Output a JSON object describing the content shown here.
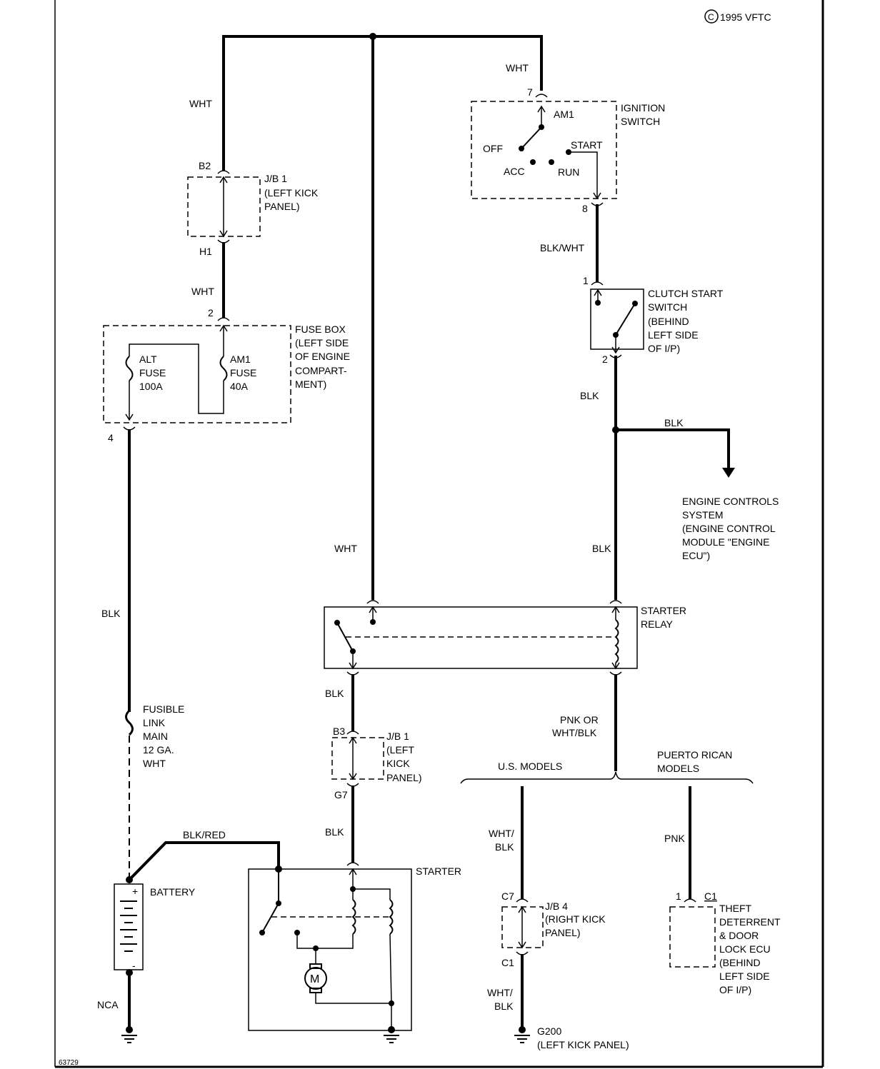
{
  "copyright": "1995 VFTC",
  "copyright_mark": "C",
  "figure_id": "63729",
  "wires": {
    "wht_top_left": "WHT",
    "wht_top_right": "WHT",
    "wht_jb1_to_fuse": "WHT",
    "wht_center": "WHT",
    "blk_wht": "BLK/WHT",
    "blk_clutch": "BLK",
    "blk_branch": "BLK",
    "blk_relay": "BLK",
    "blk_left": "BLK",
    "blk_relay_out": "BLK",
    "blk_starter": "BLK",
    "blk_red": "BLK/RED",
    "pnk_or_wht_blk_1": "PNK OR",
    "pnk_or_wht_blk_2": "WHT/BLK",
    "wht_blk_us_1": "WHT/",
    "wht_blk_us_2": "BLK",
    "wht_blk_ground_1": "WHT/",
    "wht_blk_ground_2": "BLK",
    "pnk_pr": "PNK",
    "nca": "NCA"
  },
  "pins": {
    "ign_7": "7",
    "ign_8": "8",
    "jb1_b2": "B2",
    "jb1_h1": "H1",
    "fuse_2": "2",
    "fuse_4": "4",
    "clutch_1": "1",
    "clutch_2": "2",
    "jb1_b3": "B3",
    "jb1_g7": "G7",
    "jb4_c7": "C7",
    "jb4_c1": "C1",
    "theft_1": "1",
    "theft_c1": "C1"
  },
  "components": {
    "ignition_switch": [
      "IGNITION",
      "SWITCH"
    ],
    "ign_am1": "AM1",
    "ign_off": "OFF",
    "ign_start": "START",
    "ign_acc": "ACC",
    "ign_run": "RUN",
    "jb1_top": [
      "J/B 1",
      "(LEFT KICK",
      "PANEL)"
    ],
    "fuse_box": [
      "FUSE BOX",
      "(LEFT SIDE",
      "OF ENGINE",
      "COMPART-",
      "MENT)"
    ],
    "alt_fuse": [
      "ALT",
      "FUSE",
      "100A"
    ],
    "am1_fuse": [
      "AM1",
      "FUSE",
      "40A"
    ],
    "clutch_switch": [
      "CLUTCH START",
      "SWITCH",
      "(BEHIND",
      "LEFT SIDE",
      "OF I/P)"
    ],
    "engine_controls": [
      "ENGINE CONTROLS",
      "SYSTEM",
      "(ENGINE CONTROL",
      "MODULE \"ENGINE",
      "ECU\")"
    ],
    "starter_relay": [
      "STARTER",
      "RELAY"
    ],
    "fusible_link": [
      "FUSIBLE",
      "LINK",
      "MAIN",
      "12 GA.",
      "WHT"
    ],
    "jb1_bottom": [
      "J/B 1",
      "(LEFT",
      "KICK",
      "PANEL)"
    ],
    "us_models": "U.S. MODELS",
    "pr_models": [
      "PUERTO RICAN",
      "MODELS"
    ],
    "battery": "BATTERY",
    "battery_plus": "+",
    "battery_minus": "-",
    "starter": "STARTER",
    "motor": "M",
    "jb4": [
      "J/B 4",
      "(RIGHT KICK",
      "PANEL)"
    ],
    "theft_ecu": [
      "THEFT",
      "DETERRENT",
      "& DOOR",
      "LOCK ECU",
      "(BEHIND",
      "LEFT SIDE",
      "OF I/P)"
    ],
    "g200": [
      "G200",
      "(LEFT KICK PANEL)"
    ]
  }
}
